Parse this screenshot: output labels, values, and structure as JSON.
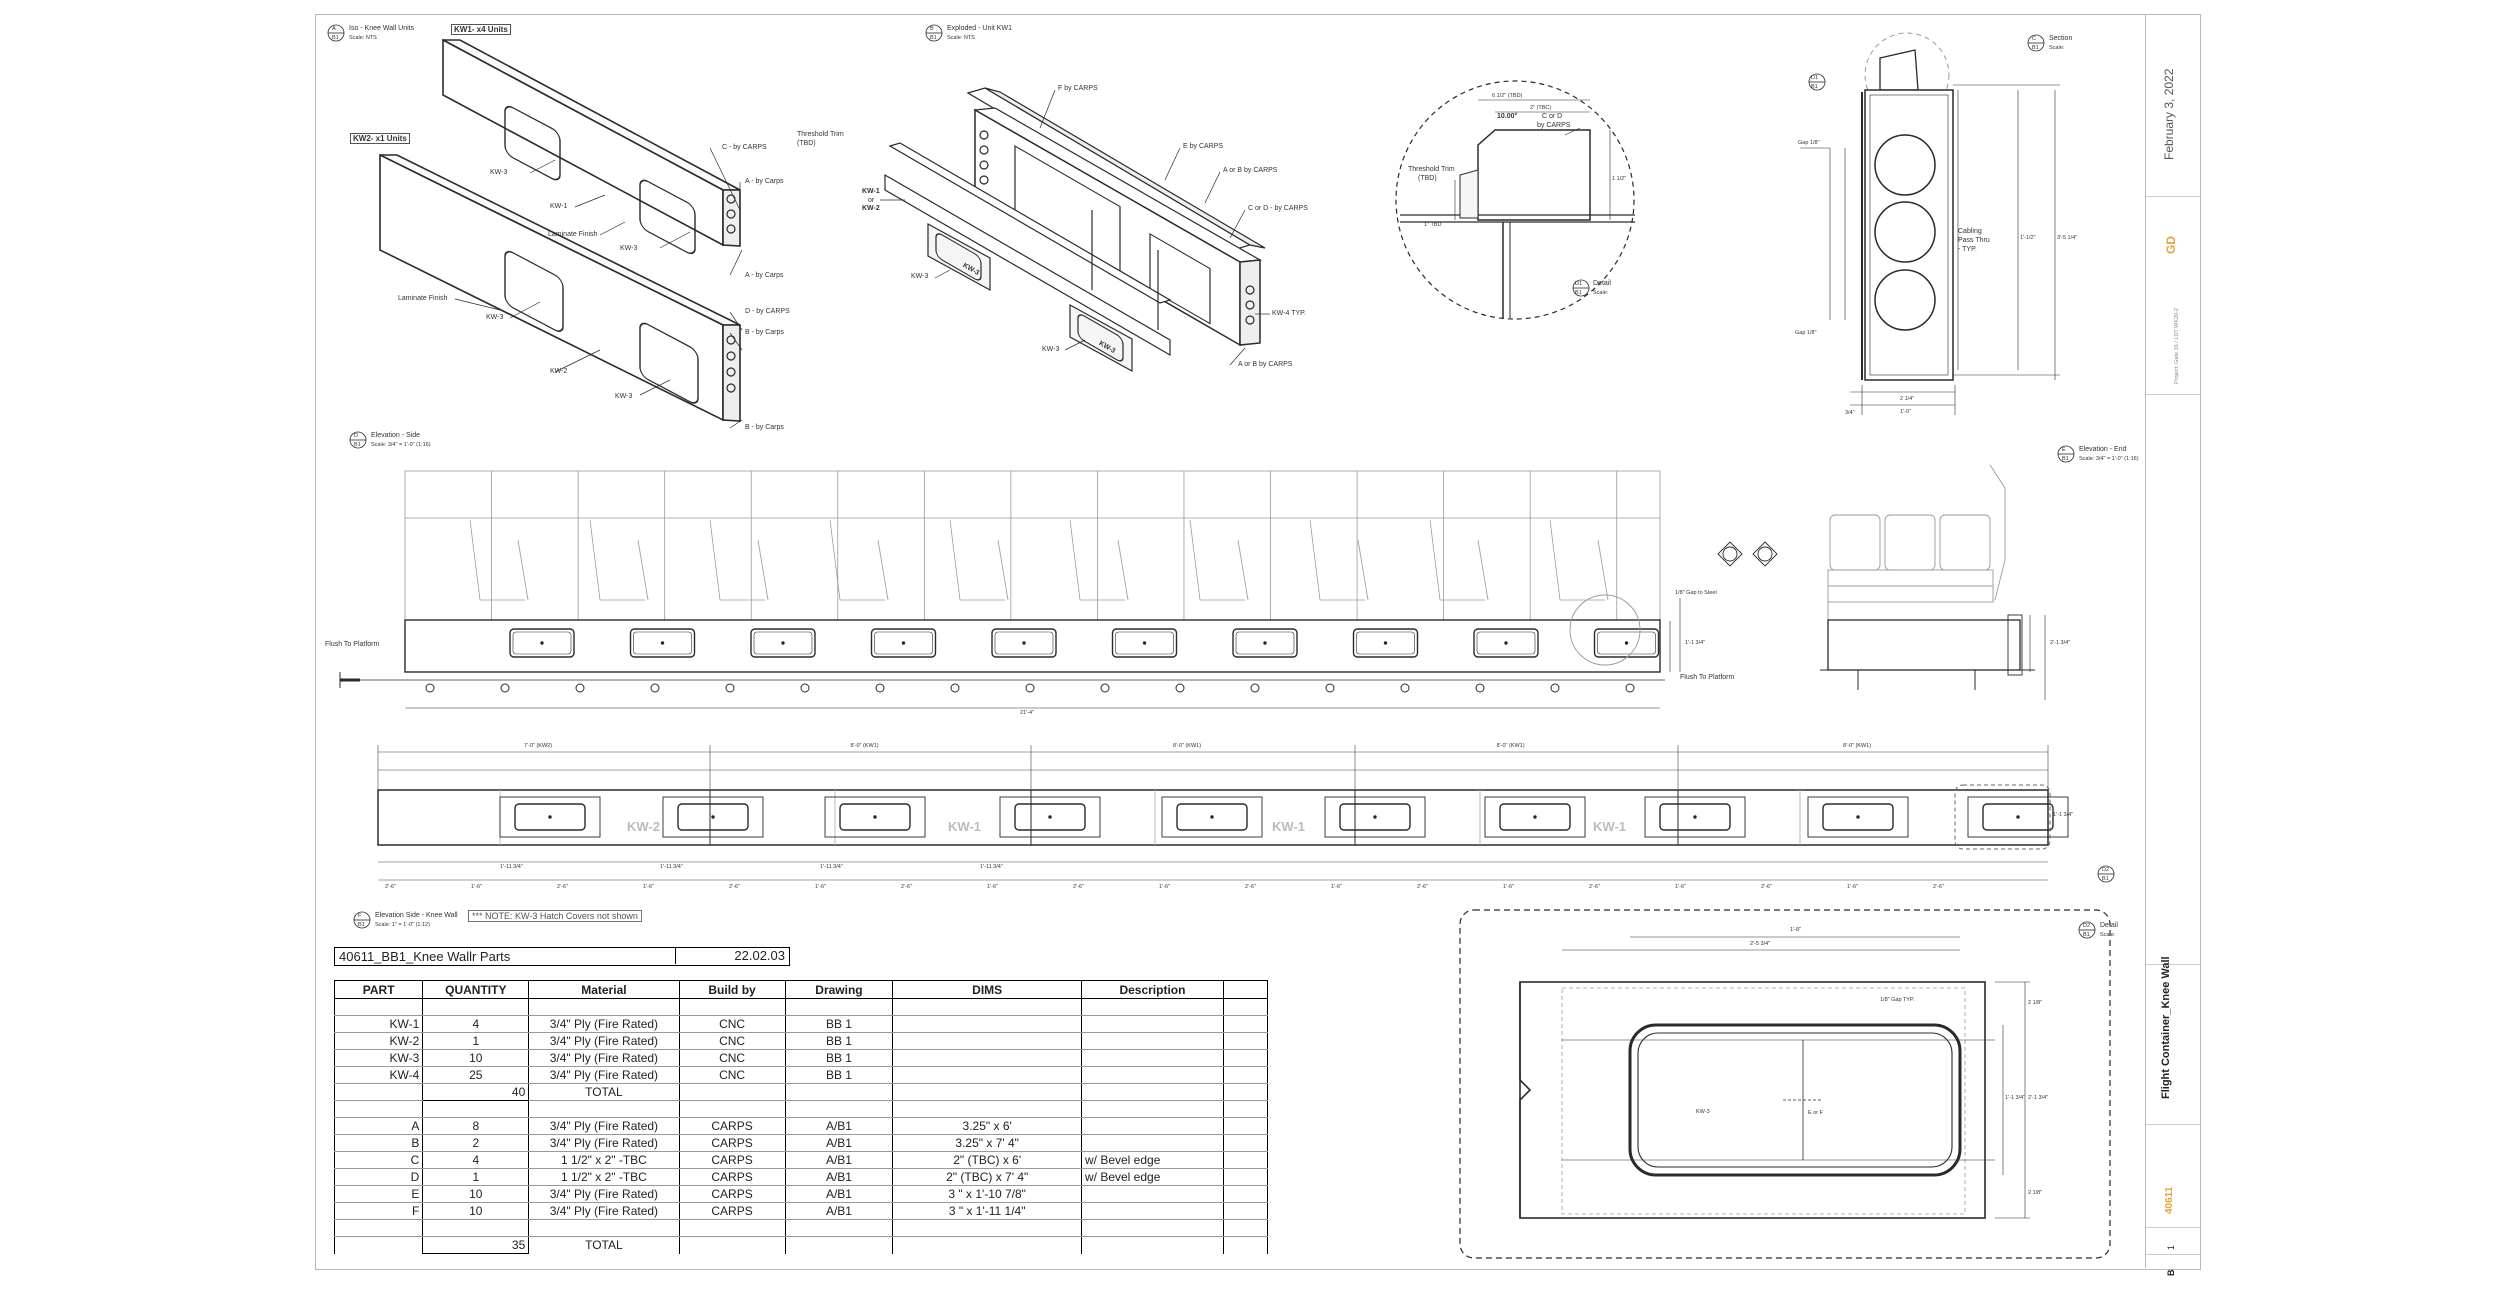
{
  "views": {
    "a": {
      "marker": "A",
      "sheet": "B1",
      "title": "Iso - Knee Wall Units",
      "scale": "Scale: NTS"
    },
    "b": {
      "marker": "B",
      "sheet": "B1",
      "title": "Exploded - Unit KW1",
      "scale": "Scale: NTS"
    },
    "c": {
      "marker": "C",
      "sheet": "B1",
      "title": "Section",
      "scale": "Scale:"
    },
    "d": {
      "marker": "D",
      "sheet": "B1",
      "title": "Elevation - Side",
      "scale": "Scale: 3/4\" = 1'-0\" (1:16)"
    },
    "e": {
      "marker": "E",
      "sheet": "B1",
      "title": "Elevation - End",
      "scale": "Scale: 3/4\" = 1'-0\" (1:16)"
    },
    "f": {
      "marker": "F",
      "sheet": "B1",
      "title": "Elevation Side - Knee Wall",
      "scale": "Scale: 1\" = 1'-0\" (1:12)"
    },
    "d1": {
      "marker": "D1",
      "sheet": "B1",
      "title": "Detail",
      "scale": "Scale:"
    },
    "d2": {
      "marker": "D2",
      "sheet": "B1",
      "title": "Detail",
      "scale": "Scale:"
    }
  },
  "iso": {
    "kw1_title": "KW1- x4 Units",
    "kw2_title": "KW2- x1 Units",
    "labels": {
      "kw3a": "KW-3",
      "kw1": "KW-1",
      "laminate1": "Laminate Finish",
      "kw3b": "KW-3",
      "c_carps": "C - by CARPS",
      "a_carps1": "A - by Carps",
      "a_carps2": "A - by Carps",
      "laminate2": "Laminate Finish",
      "kw3c": "KW-3",
      "d_carps": "D - by CARPS",
      "b_carps1": "B - by Carps",
      "kw2": "KW-2",
      "kw3d": "KW-3",
      "b_carps2": "B - by Carps"
    }
  },
  "exploded": {
    "labels": {
      "f": "F by CARPS",
      "trim": "Threshold Trim",
      "tbd": "(TBD)",
      "e": "E by CARPS",
      "ab1": "A or B by CARPS",
      "kw1": "KW-1",
      "or": "or",
      "kw2": "KW-2",
      "cd": "C or D - by CARPS",
      "kw3a": "KW-3",
      "kw4": "KW-4 TYP.",
      "kw3b": "KW-3",
      "ab2": "A or B by CARPS",
      "panel3": "KW-3",
      "panel3b": "KW-3"
    }
  },
  "d1": {
    "labels": {
      "trim": "Threshold Trim",
      "tbd": "(TBD)",
      "angle": "10.00°",
      "cd": "C or D",
      "carps": "by CARPS",
      "dim1": "6 1/2\" (TBD)",
      "dim2": "2\" (TBC)",
      "dim3": "1 1/2\"",
      "dim4": "1\" TBD"
    }
  },
  "section": {
    "labels": {
      "cabling": "Cabling",
      "pass": "Pass Thru",
      "typ": "- TYP.",
      "dim_a": "1'-1/2\"",
      "dim_b": "3'-5 1/4\"",
      "gap": "Gap 1/8\"",
      "gap2": "Gap 1/8\"",
      "dim_c": "3/4\"",
      "dim_d": "1'-0\"",
      "dim_e": "2 1/4\""
    }
  },
  "side": {
    "labels": {
      "flush_left": "Flush To Platform",
      "flush_right": "Flush To Platform",
      "gap": "1/8\" Gap to Steel",
      "overall": "21'-4\"",
      "h1": "2'-1 3/4\"",
      "h2": "1'-1 3/4\""
    }
  },
  "knee": {
    "segments": [
      "7'-0\" (KW2)",
      "8'-0\" (KW1)",
      "8'-0\" (KW1)",
      "8'-0\" (KW1)",
      "8'-0\" (KW1)"
    ],
    "panels": [
      "KW-2",
      "KW-1",
      "KW-1",
      "KW-1"
    ],
    "note": "*** NOTE: KW-3 Hatch Covers not shown",
    "dims_small": [
      "2'-6\"",
      "1'-6\"",
      "2'-6\"",
      "1'-6\"",
      "2'-6\"",
      "1'-6\"",
      "2'-6\"",
      "1'-6\"",
      "2'-6\"",
      "1'-6\"",
      "2'-6\"",
      "1'-6\"",
      "2'-6\"",
      "1'-6\"",
      "2'-6\"",
      "1'-6\"",
      "2'-6\"",
      "1'-6\"",
      "2'-6\""
    ],
    "dims_mid": [
      "1'-11 3/4\"",
      "1'-11 3/4\"",
      "1'-11 3/4\"",
      "1'-11 3/4\""
    ],
    "dim_height": "1'-1 3/4\""
  },
  "d2": {
    "labels": {
      "kw3": "KW-3",
      "eorf": "E or F",
      "gap": "1/8\" Gap TYP.",
      "w1": "1'-8\"",
      "w2": "2'-5 3/4\"",
      "h1": "2'-1 3/4\"",
      "h2": "1'-1 3/4\"",
      "h3": "2 1/8\"",
      "h4": "2 1/8\""
    }
  },
  "bom": {
    "title": "40611_BB1_Knee Wallr Parts",
    "date": "22.02.03",
    "headers": [
      "PART",
      "QUANTITY",
      "Material",
      "Build by",
      "Drawing",
      "DIMS",
      "Description",
      ""
    ],
    "group1": [
      {
        "part": "KW-1",
        "qty": "4",
        "material": "3/4\" Ply (Fire Rated)",
        "build": "CNC",
        "drawing": "BB 1",
        "dims": "",
        "desc": ""
      },
      {
        "part": "KW-2",
        "qty": "1",
        "material": "3/4\" Ply (Fire Rated)",
        "build": "CNC",
        "drawing": "BB 1",
        "dims": "",
        "desc": ""
      },
      {
        "part": "KW-3",
        "qty": "10",
        "material": "3/4\" Ply (Fire Rated)",
        "build": "CNC",
        "drawing": "BB 1",
        "dims": "",
        "desc": ""
      },
      {
        "part": "KW-4",
        "qty": "25",
        "material": "3/4\" Ply (Fire Rated)",
        "build": "CNC",
        "drawing": "BB 1",
        "dims": "",
        "desc": ""
      }
    ],
    "total1_qty": "40",
    "total_label": "TOTAL",
    "group2": [
      {
        "part": "A",
        "qty": "8",
        "material": "3/4\" Ply (Fire Rated)",
        "build": "CARPS",
        "drawing": "A/B1",
        "dims": "3.25\" x 6'",
        "desc": ""
      },
      {
        "part": "B",
        "qty": "2",
        "material": "3/4\" Ply (Fire Rated)",
        "build": "CARPS",
        "drawing": "A/B1",
        "dims": "3.25\" x 7' 4\"",
        "desc": ""
      },
      {
        "part": "C",
        "qty": "4",
        "material": "1 1/2\" x 2\"  -TBC",
        "build": "CARPS",
        "drawing": "A/B1",
        "dims": "2\" (TBC) x 6'",
        "desc": "w/ Bevel edge"
      },
      {
        "part": "D",
        "qty": "1",
        "material": "1 1/2\" x 2\"  -TBC",
        "build": "CARPS",
        "drawing": "A/B1",
        "dims": "2\" (TBC) x 7' 4\"",
        "desc": "w/ Bevel edge"
      },
      {
        "part": "E",
        "qty": "10",
        "material": "3/4\" Ply (Fire Rated)",
        "build": "CARPS",
        "drawing": "A/B1",
        "dims": "3 \" x 1'-10 7/8\"",
        "desc": ""
      },
      {
        "part": "F",
        "qty": "10",
        "material": "3/4\" Ply (Fire Rated)",
        "build": "CARPS",
        "drawing": "A/B1",
        "dims": "3 \" x 1'-11 1/4\"",
        "desc": ""
      }
    ],
    "total2_qty": "35"
  },
  "titleblock": {
    "date": "February 3, 2022",
    "ref": "Project: Gate 16 / LDT WK20-2",
    "logo": "GD",
    "sheet_title": "Flight Container_Knee Wall",
    "project": "40611",
    "page": "1",
    "sheet": "B"
  },
  "colors": {
    "accent": "#e8a33a",
    "line": "#2a2a2a",
    "faint": "#a8a8a8"
  }
}
